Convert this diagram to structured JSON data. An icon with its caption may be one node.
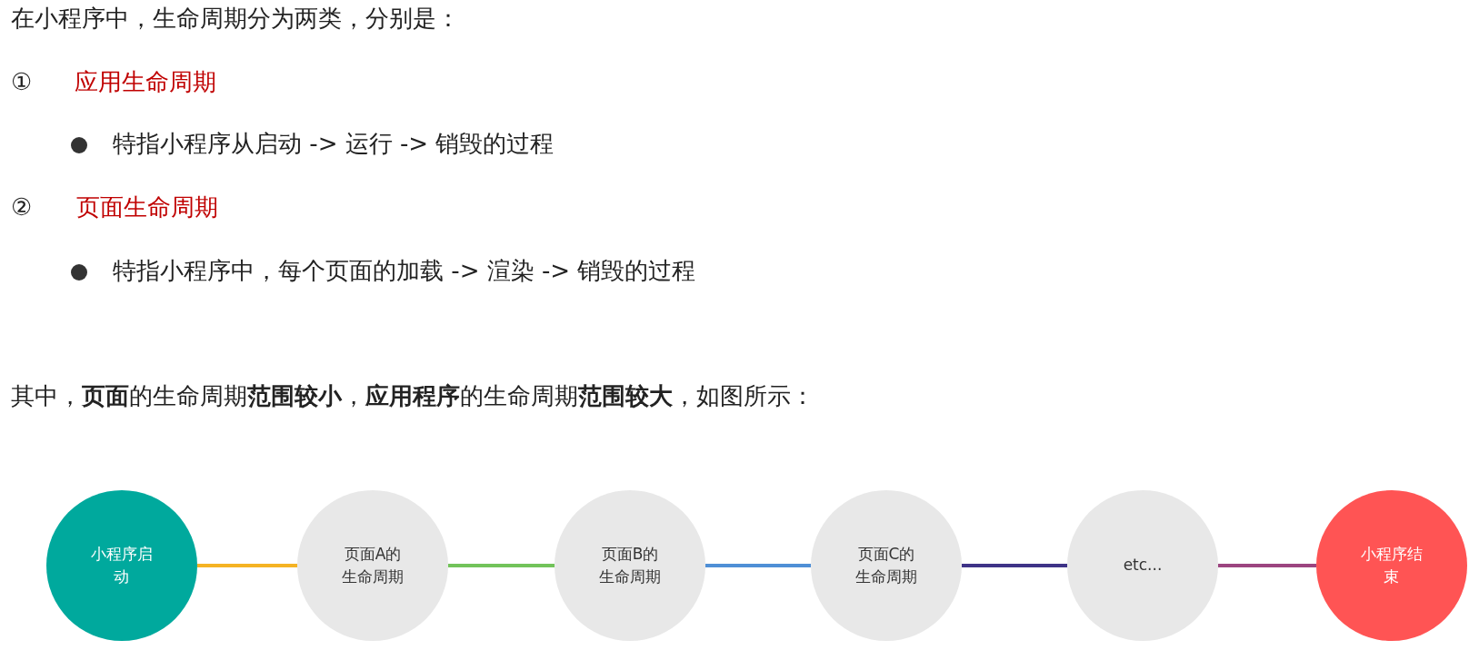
{
  "diagram": {
    "nodes": [
      {
        "text": [
          "小程序启动"
        ]
      },
      {
        "text": [
          "页面A的生命周期"
        ]
      },
      {
        "text": [
          "页面B的生命周期"
        ]
      },
      {
        "text": [
          "页面C的生命周期"
        ]
      },
      {
        "text": [
          "etc..."
        ]
      },
      {
        "text": [
          "小程序结束"
        ]
      }
    ],
    "edges": [
      {
        "from": 0,
        "to": 1,
        "arrow": "none",
        "color": "#f5b324"
      },
      {
        "from": 1,
        "to": 2,
        "arrow": "none",
        "color": "#72c35a"
      },
      {
        "from": 2,
        "to": 3,
        "arrow": "none",
        "color": "#4f8fd6"
      },
      {
        "from": 3,
        "to": 4,
        "arrow": "none",
        "color": "#3e3387"
      },
      {
        "from": 4,
        "to": 5,
        "arrow": "none",
        "color": "#9c4580"
      }
    ],
    "labels": [
      "在小程序中，生命周期分为两类，分别是：",
      "①",
      "应用生命周期",
      "特指小程序从启动 -> 运行 -> 销毁的过程",
      "②",
      "页面生命周期",
      "特指小程序中，每个页面的加载 -> 渲染 -> 销毁的过程",
      "其中，**页面**的生命周期**范围较小**，**应用程序**的生命周期**范围较大**，如图所示："
    ]
  }
}
